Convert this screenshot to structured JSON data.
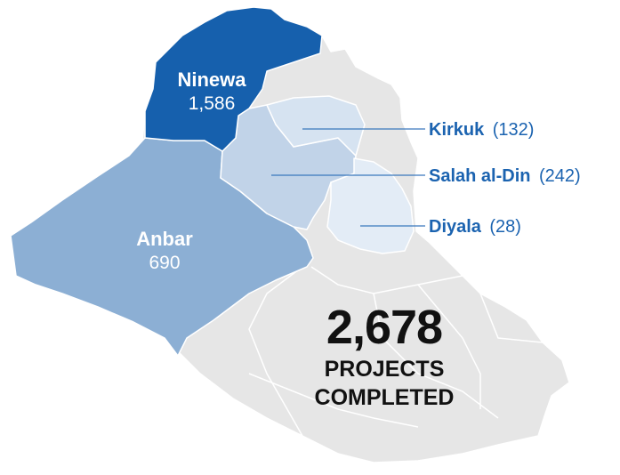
{
  "colors": {
    "background": "#ffffff",
    "base_gray": "#e6e6e6",
    "border": "#ffffff",
    "ninewa": "#1660ad",
    "anbar": "#8cafd4",
    "salah_al_din": "#c1d3e8",
    "kirkuk": "#d6e3f1",
    "diyala": "#e3ecf6",
    "label_blue": "#1b63b0",
    "leader": "#3a78bd",
    "total_text": "#111111"
  },
  "provinces": {
    "ninewa": {
      "name": "Ninewa",
      "count": "1,586"
    },
    "anbar": {
      "name": "Anbar",
      "count": "690"
    }
  },
  "callouts": [
    {
      "name": "Kirkuk",
      "count": "(132)"
    },
    {
      "name": "Salah al-Din",
      "count": "(242)"
    },
    {
      "name": "Diyala",
      "count": "(28)"
    }
  ],
  "total": {
    "value": "2,678",
    "label_line1": "PROJECTS",
    "label_line2": "COMPLETED"
  }
}
